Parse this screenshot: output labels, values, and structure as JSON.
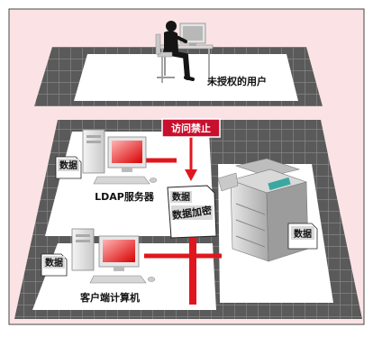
{
  "labels": {
    "unauthorized_user": "未授权的用户",
    "access_forbidden": "访问禁止",
    "ldap_server": "LDAP服务器",
    "client_computer": "客户端计算机",
    "data_encryption": "数据加密"
  },
  "docs": {
    "ldap_data": "数据",
    "client_data": "数据",
    "central_data": "数据",
    "mfp_data": "数据"
  },
  "colors": {
    "background": "#fbe3e5",
    "floor": "#5a5a5a",
    "grid": "#808080",
    "accent_red": "#e0161e",
    "forbidden_box": "#c8102e"
  },
  "icons": [
    "user-at-desk-icon",
    "ldap-server-computer-icon",
    "client-computer-icon",
    "mfp-printer-icon",
    "document-icon",
    "arrow-down-icon"
  ]
}
